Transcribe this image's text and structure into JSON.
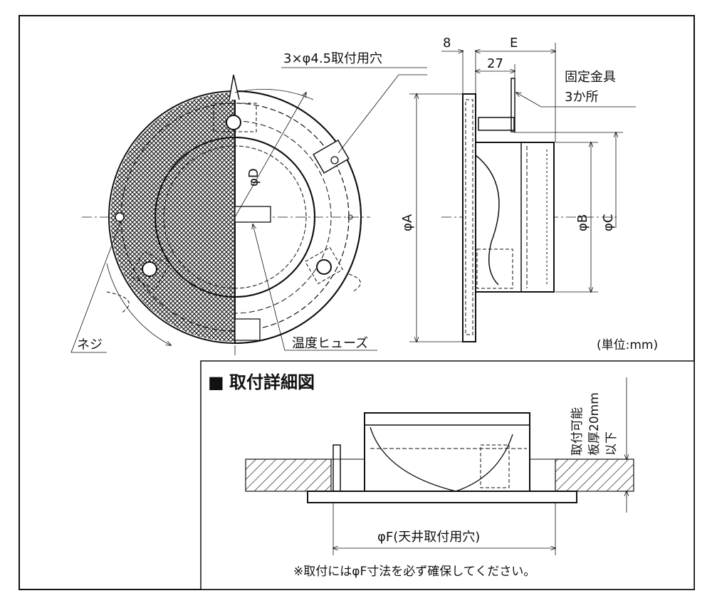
{
  "labels": {
    "holes": "3×φ4.5取付用穴",
    "dim_8": "8",
    "dim_E": "E",
    "dim_27": "27",
    "bracket_line1": "固定金具",
    "bracket_line2": "3か所",
    "phiD": "φD",
    "phiA": "φA",
    "phiB": "φB",
    "phiC": "φC",
    "screw": "ネジ",
    "fuse": "温度ヒューズ",
    "unit": "(単位:mm)"
  },
  "detail": {
    "title_mark": "■",
    "title": "取付詳細図",
    "thickness_line1": "取付可能",
    "thickness_line2": "板厚20mm",
    "thickness_line3": "以下",
    "phiF": "φF(天井取付用穴)",
    "note": "※取付にはφF寸法を必ず確保してください。"
  }
}
